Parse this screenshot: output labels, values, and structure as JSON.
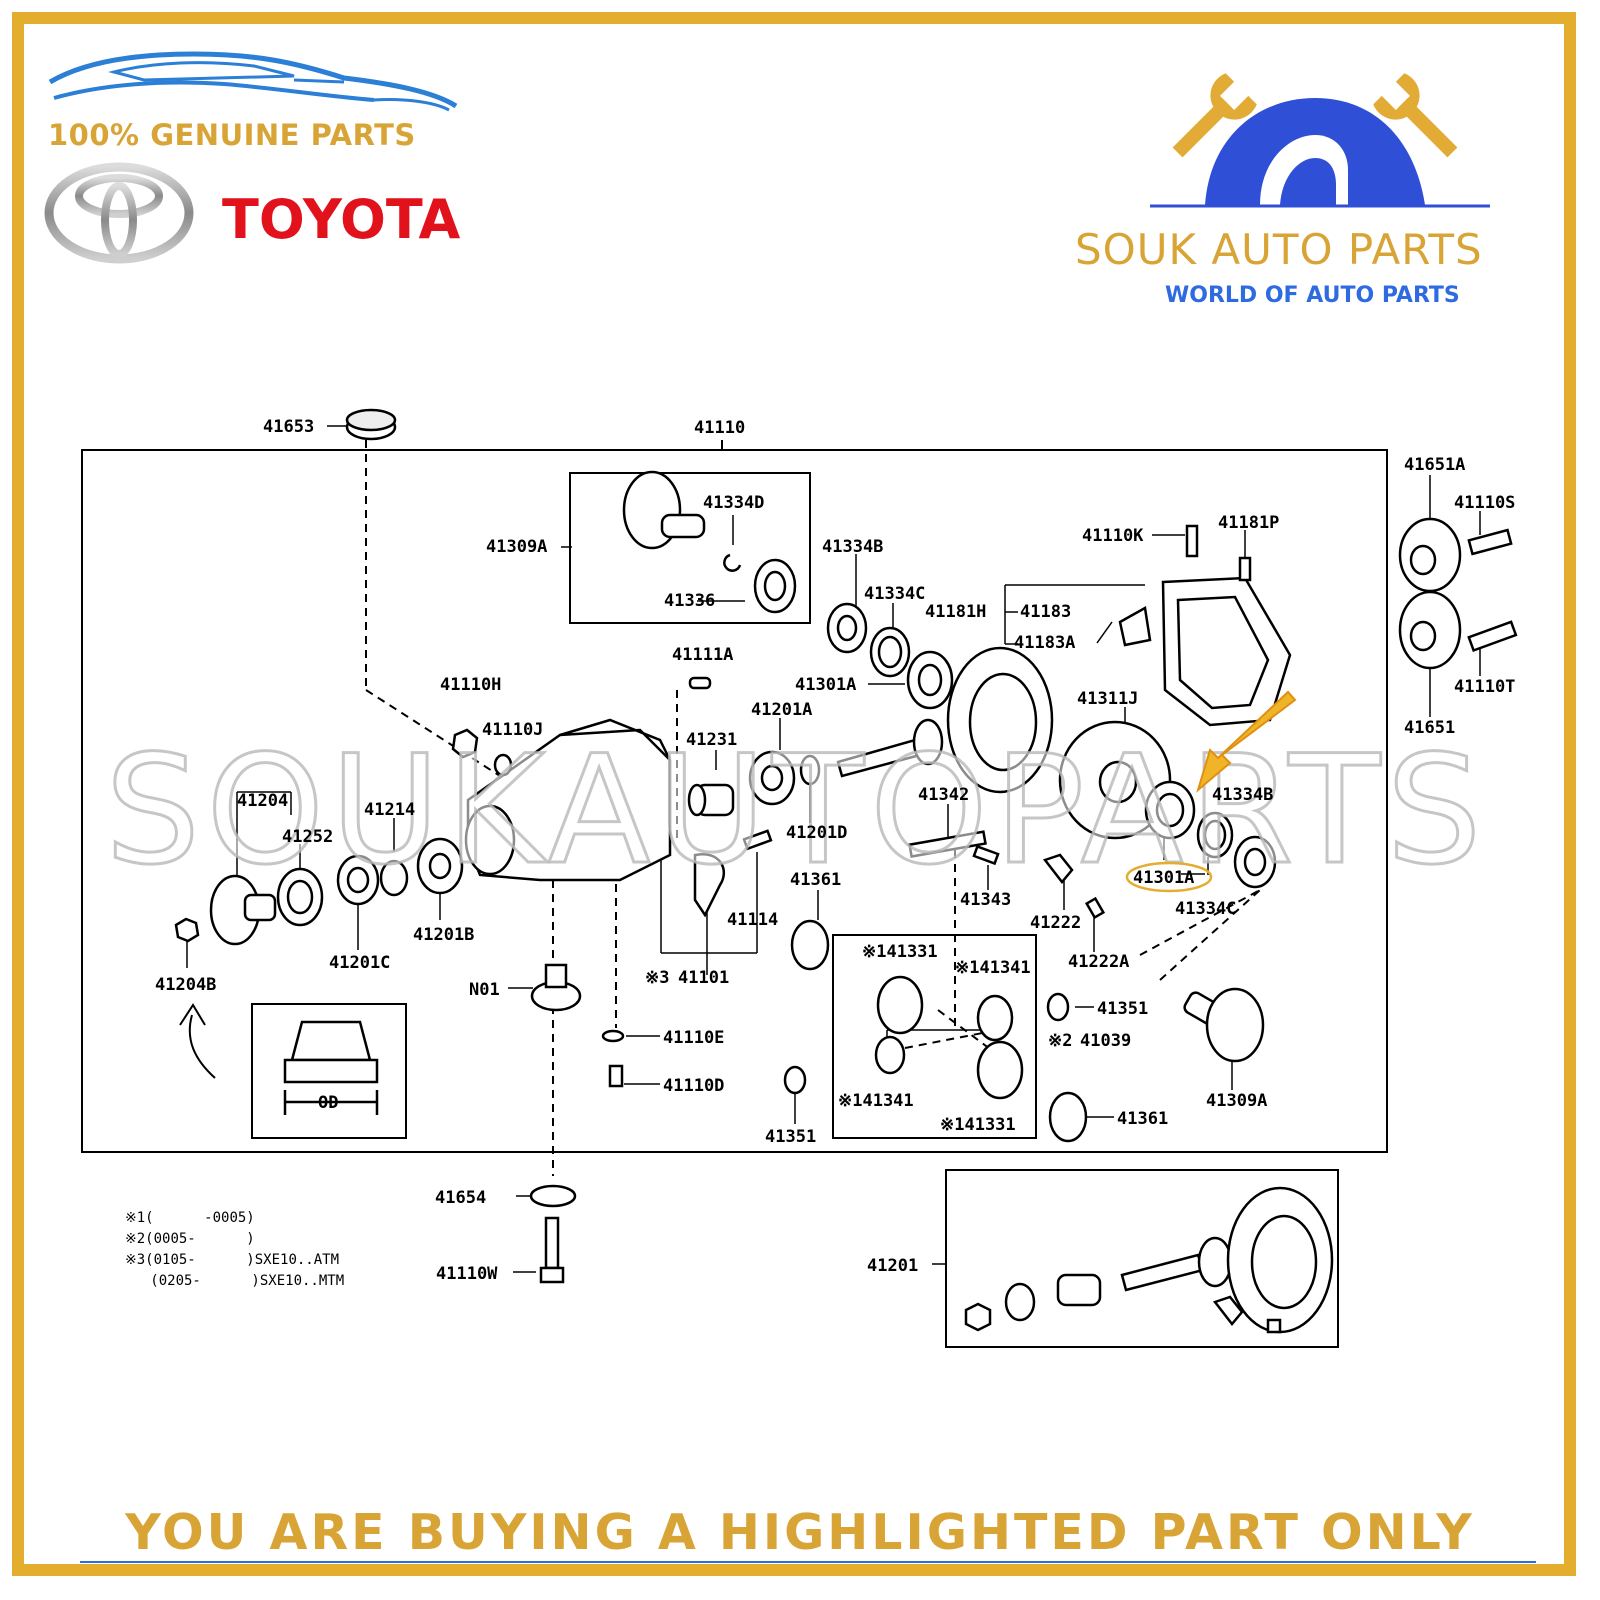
{
  "header": {
    "genuine_text": "100% GENUINE PARTS",
    "brand_text": "TOYOTA"
  },
  "seller": {
    "name": "SOUK AUTO PARTS",
    "tagline": "WORLD OF AUTO PARTS"
  },
  "watermark": "SOUKAUTOPARTS",
  "diagram": {
    "labels": {
      "p41653": "41653",
      "p41110": "41110",
      "p41651A": "41651A",
      "p41110S": "41110S",
      "p41334D": "41334D",
      "p41309A_top": "41309A",
      "p41336": "41336",
      "p41334B_top": "41334B",
      "p41334C_top": "41334C",
      "p41110K": "41110K",
      "p41181P": "41181P",
      "p41181H": "41181H",
      "p41183": "41183",
      "p41183A": "41183A",
      "p41111A": "41111A",
      "p41301A_top": "41301A",
      "p41110H": "41110H",
      "p41201A": "41201A",
      "p41110J": "41110J",
      "p41231": "41231",
      "p41311J": "41311J",
      "p41110T": "41110T",
      "p41651": "41651",
      "p41204": "41204",
      "p41214": "41214",
      "p41342": "41342",
      "p41334B_right": "41334B",
      "p41252": "41252",
      "p41201D": "41201D",
      "p41301A_highlight": "41301A",
      "p41361_top": "41361",
      "p41343": "41343",
      "p41334C_right": "41334C",
      "p41114": "41114",
      "p41222": "41222",
      "p41201B": "41201B",
      "p41201C": "41201C",
      "p41101": "41101",
      "p41101_mark": "※3",
      "p141331_top": "※141331",
      "p141341_top": "※141341",
      "p41222A": "41222A",
      "p41204B": "41204B",
      "pN01": "N01",
      "p41351_right": "41351",
      "p41039": "41039",
      "p41039_mark": "※2",
      "p41110E": "41110E",
      "p41110D": "41110D",
      "p141341_bottom": "※141341",
      "p41309A_bottom": "41309A",
      "p41361_bottom": "41361",
      "p41351_bottom": "41351",
      "p141331_bottom": "※141331",
      "od": "OD",
      "p41654": "41654",
      "p41110W": "41110W",
      "p41201": "41201"
    },
    "notes": [
      "※1(      -0005)",
      "※2(0005-      )",
      "※3(0105-      )SXE10..ATM",
      "   (0205-      )SXE10..MTM"
    ]
  },
  "footer": {
    "text": "YOU ARE BUYING A HIGHLIGHTED PART ONLY"
  },
  "colors": {
    "frame": "#e3ad2e",
    "gold_text": "#d9a436",
    "toyota_red": "#e1121b",
    "accent_blue": "#2f6be0",
    "highlight_arrow": "#f0b429"
  }
}
